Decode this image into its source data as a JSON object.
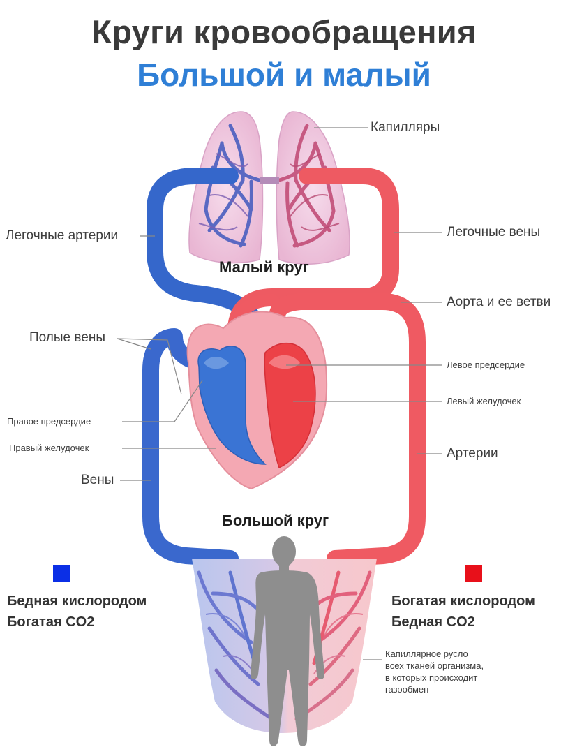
{
  "title": "Круги кровообращения",
  "subtitle": "Большой и малый",
  "labels": {
    "capillaries": "Капилляры",
    "pulmonary_arteries": "Легочные артерии",
    "pulmonary_veins": "Легочные вены",
    "small_circle": "Малый круг",
    "aorta": "Аорта и ее ветви",
    "vena_cava": "Полые вены",
    "left_atrium": "Левое предсердие",
    "right_atrium": "Правое предсердие",
    "left_ventricle": "Левый желудочек",
    "right_ventricle": "Правый желудочек",
    "arteries": "Артерии",
    "veins": "Вены",
    "big_circle": "Большой круг",
    "capillary_bed_1": "Капиллярное русло",
    "capillary_bed_2": "всех тканей организма,",
    "capillary_bed_3": "в которых происходит",
    "capillary_bed_4": "газообмен"
  },
  "legend": {
    "venous": {
      "color": "#0b2fe6",
      "line1": "Бедная кислородом",
      "line2": "Богатая CO2"
    },
    "arterial": {
      "color": "#e8101a",
      "line1": "Богатая кислородом",
      "line2": "Бедная CO2"
    }
  },
  "colors": {
    "venous_vessel": "#3b6fcf",
    "arterial_vessel": "#ee5560",
    "lung_tissue": "#f0c6df",
    "heart_blue": "#3a74d4",
    "heart_red": "#ec4147",
    "heart_body": "#f4a8b3",
    "body_silhouette": "#8e8e8e"
  }
}
